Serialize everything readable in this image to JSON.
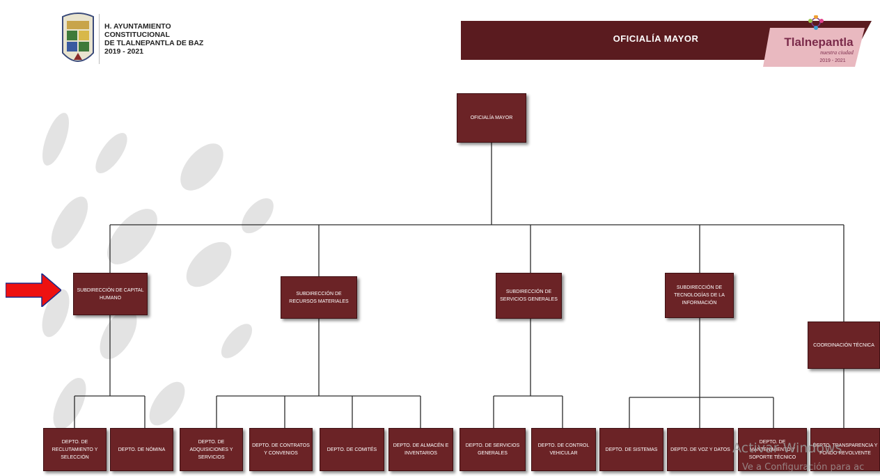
{
  "header": {
    "institution_lines": [
      "H. AYUNTAMIENTO",
      "CONSTITUCIONAL",
      "DE TLALNEPANTLA DE BAZ",
      "2019 - 2021"
    ],
    "banner_title": "OFICIALÍA MAYOR",
    "logo": {
      "name": "Tlalnepantla",
      "tagline": "nuestra ciudad",
      "years": "2019 - 2021"
    }
  },
  "org_chart": {
    "root": "OFICIALÍA MAYOR",
    "subdirecciones": [
      "SUBDIRECCIÓN DE CAPITAL HUMANO",
      "SUBDIRECCIÓN DE RECURSOS MATERIALES",
      "SUBDIRECCIÓN DE SERVICIOS GENERALES",
      "SUBDIRECCIÓN DE TECNOLOGÍAS DE LA INFORMACIÓN",
      "COORDINACIÓN TÉCNICA"
    ],
    "departamentos": [
      "DEPTO. DE RECLUTAMIENTO Y SELECCIÓN",
      "DEPTO. DE NÓMINA",
      "DEPTO. DE ADQUISICIONES Y SERVICIOS",
      "DEPTO. DE CONTRATOS Y CONVENIOS",
      "DEPTO. DE COMITÉS",
      "DEPTO. DE ALMACÉN E INVENTARIOS",
      "DEPTO. DE SERVICIOS GENERALES",
      "DEPTO. DE CONTROL VEHICULAR",
      "DEPTO. DE SISTEMAS",
      "DEPTO. DE VOZ Y DATOS",
      "DEPTO. DE MANTENIMIENTO Y SOPORTE TÉCNICO",
      "DEPTO. TRANSPARENCIA Y FONDO REVOLVENTE"
    ]
  },
  "colors": {
    "box_fill": "#6b2326",
    "banner": "#5a1b1f",
    "arrow": "#ee1111"
  },
  "overlay": {
    "activation_title": "Activar Windows",
    "activation_sub": "Ve a Configuración para ac"
  }
}
